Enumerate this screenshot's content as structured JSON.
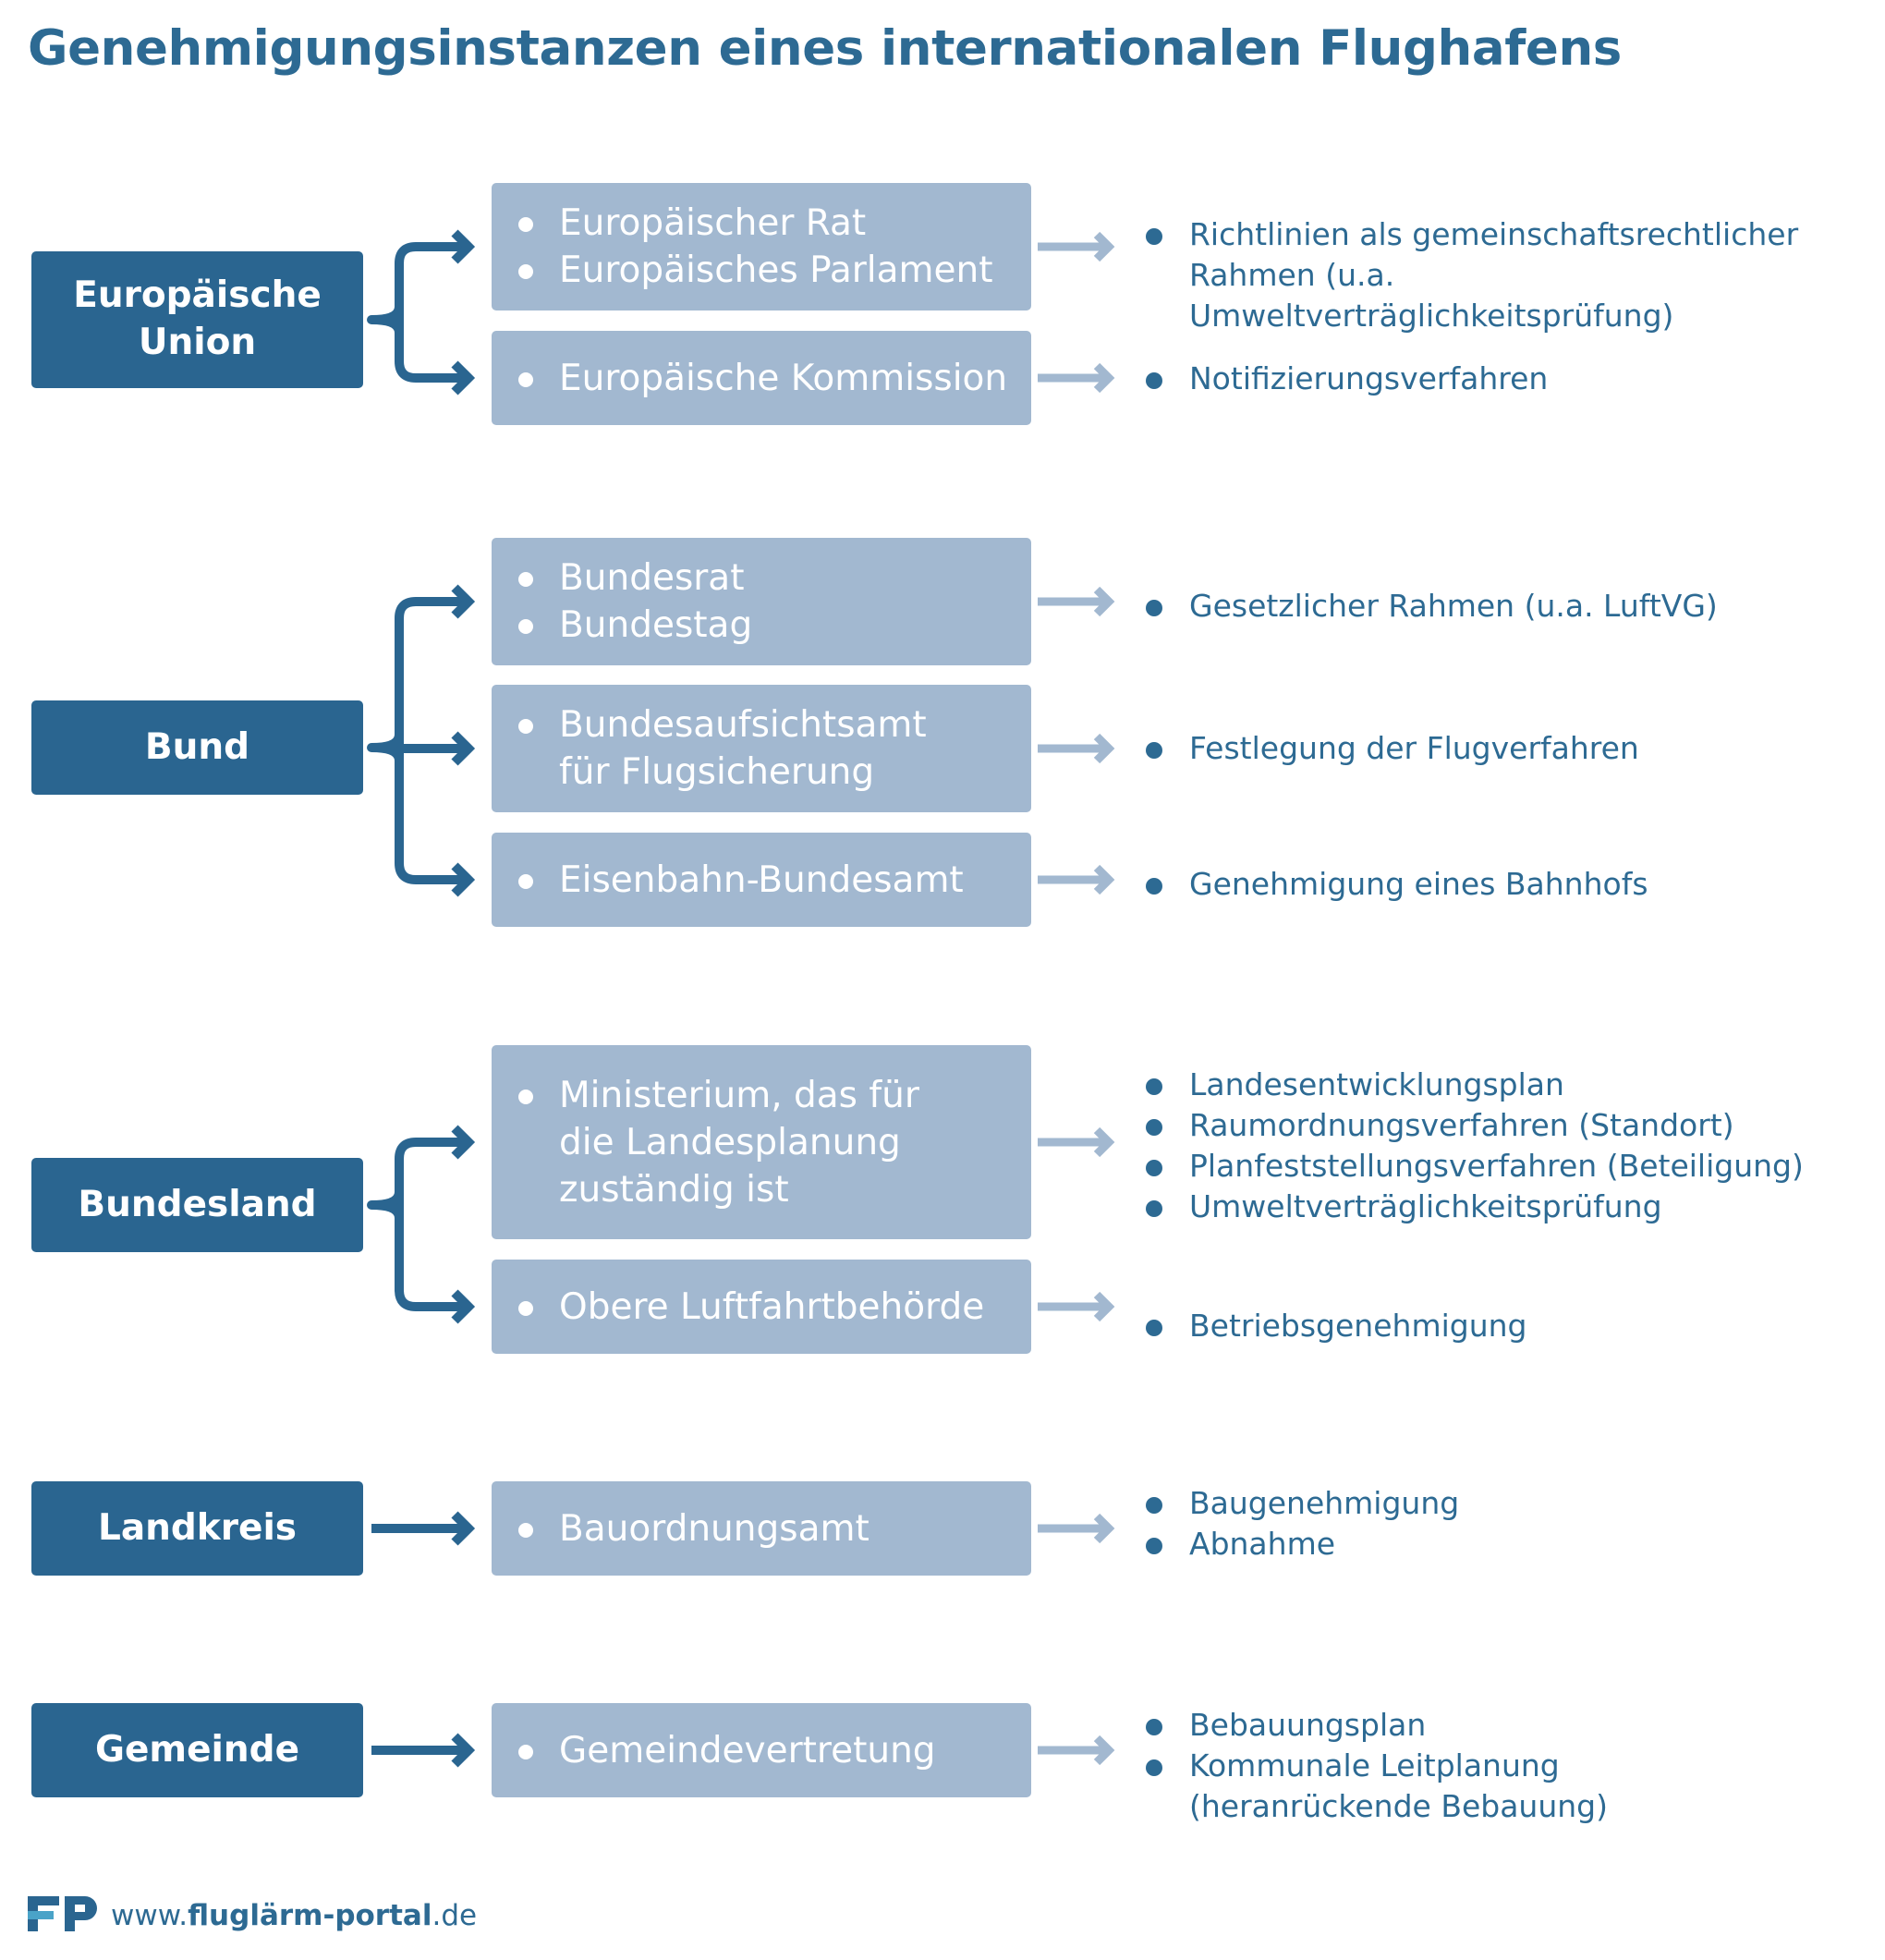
{
  "title": "Genehmigungsinstanzen eines internationalen Flughafens",
  "colors": {
    "dark_blue": "#2a6590",
    "light_blue": "#a2b8d0",
    "arrow_light": "#a2b8d0",
    "text_blue": "#2d6a93"
  },
  "levels": [
    {
      "label": "Europäische\nUnion",
      "institutions": [
        {
          "items": [
            "Europäischer Rat",
            "Europäisches Parlament"
          ],
          "results": [
            "Richtlinien als gemeinschaftsrechtlicher\nRahmen (u.a. Umweltverträglichkeitsprüfung)"
          ]
        },
        {
          "items": [
            "Europäische Kommission"
          ],
          "results": [
            "Notifizierungsverfahren"
          ]
        }
      ]
    },
    {
      "label": "Bund",
      "institutions": [
        {
          "items": [
            "Bundesrat",
            "Bundestag"
          ],
          "results": [
            "Gesetzlicher Rahmen (u.a. LuftVG)"
          ]
        },
        {
          "items": [
            "Bundesaufsichtsamt\nfür Flugsicherung"
          ],
          "results": [
            "Festlegung der Flugverfahren"
          ]
        },
        {
          "items": [
            "Eisenbahn-Bundesamt"
          ],
          "results": [
            "Genehmigung eines Bahnhofs"
          ]
        }
      ]
    },
    {
      "label": "Bundesland",
      "institutions": [
        {
          "items": [
            "Ministerium, das für\ndie Landesplanung\nzuständig ist"
          ],
          "results": [
            "Landesentwicklungsplan",
            "Raumordnungsverfahren (Standort)",
            "Planfeststellungsverfahren (Beteiligung)",
            "Umweltverträglichkeitsprüfung"
          ]
        },
        {
          "items": [
            "Obere Luftfahrtbehörde"
          ],
          "results": [
            "Betriebsgenehmigung"
          ]
        }
      ]
    },
    {
      "label": "Landkreis",
      "institutions": [
        {
          "items": [
            "Bauordnungsamt"
          ],
          "results": [
            "Baugenehmigung",
            "Abnahme"
          ]
        }
      ]
    },
    {
      "label": "Gemeinde",
      "institutions": [
        {
          "items": [
            "Gemeindevertretung"
          ],
          "results": [
            "Bebauungsplan",
            "Kommunale Leitplanung\n(heranrückende Bebauung)"
          ]
        }
      ]
    }
  ],
  "footer": {
    "logo": "FP",
    "url_prefix": "www.",
    "url_bold": "fluglärm-portal",
    "url_suffix": ".de"
  }
}
